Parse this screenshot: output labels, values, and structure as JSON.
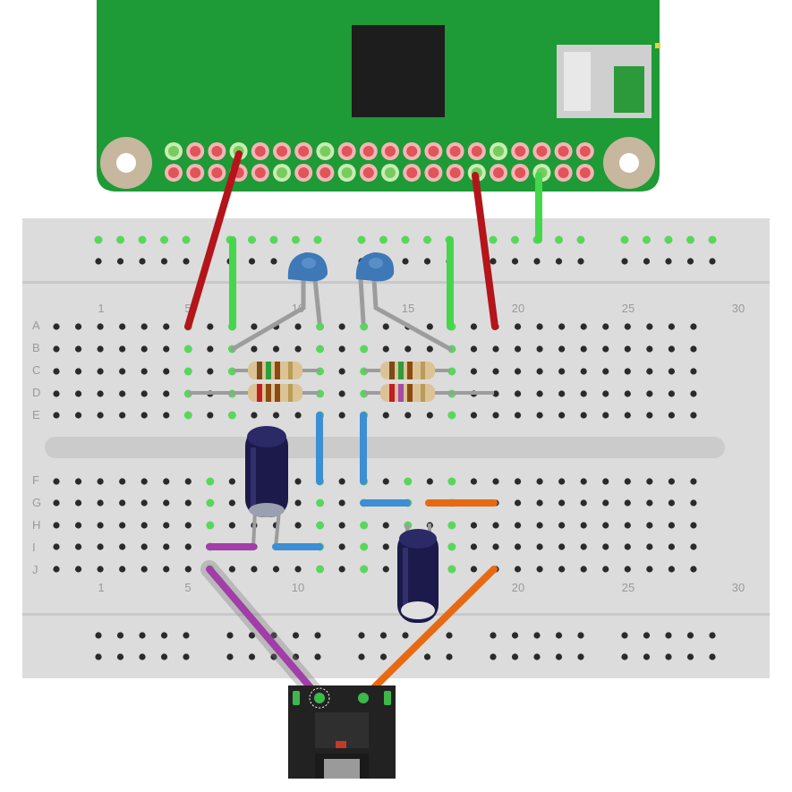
{
  "breadboard": {
    "row_letters_top": [
      "A",
      "B",
      "C",
      "D",
      "E"
    ],
    "row_letters_bottom": [
      "F",
      "G",
      "H",
      "I",
      "J"
    ],
    "column_numbers": [
      "1",
      "5",
      "10",
      "15",
      "20",
      "25",
      "30"
    ]
  },
  "colors": {
    "board_green": "#1e9a36",
    "breadboard": "#dcdcdc",
    "wire_red": "#b3151b",
    "wire_green": "#45d64b",
    "wire_blue": "#3d8ed3",
    "wire_orange": "#e76a12",
    "wire_purple": "#a13ea8",
    "wire_gray": "#9c9c9c",
    "capacitor_ceramic": "#3f78b6",
    "capacitor_electrolytic": "#1c1a4a"
  },
  "components": [
    "raspberry-pi-zero",
    "breadboard",
    "ceramic-capacitor",
    "ceramic-capacitor",
    "resistor",
    "resistor",
    "resistor",
    "resistor",
    "electrolytic-capacitor",
    "electrolytic-capacitor",
    "audio-jack"
  ]
}
